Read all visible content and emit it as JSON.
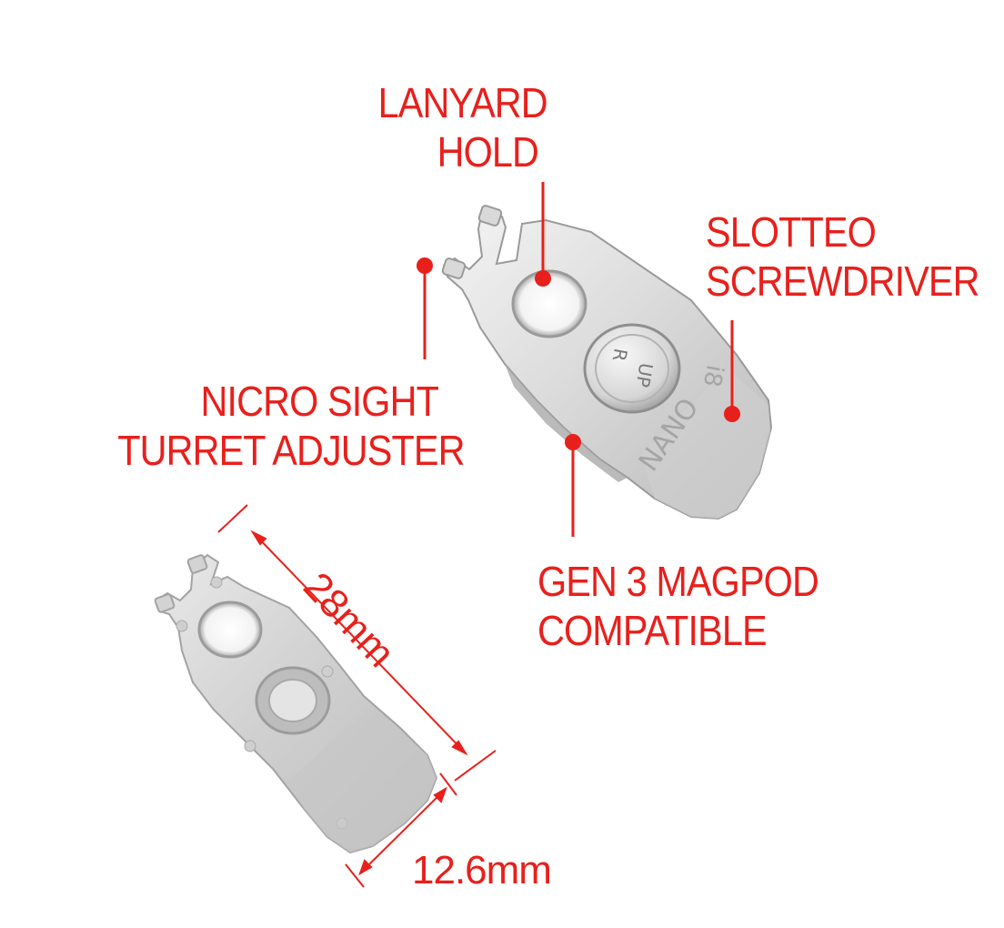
{
  "callouts": {
    "lanyard": [
      "LANYARD",
      "HOLD"
    ],
    "screwdriver": [
      "SLOTTEO",
      "SCREWDRIVER"
    ],
    "turret": [
      "NICRO SIGHT",
      "TURRET ADJUSTER"
    ],
    "magpod": [
      "GEN 3 MAGPOD",
      "COMPATIBLE"
    ]
  },
  "dimensions": {
    "length": "28mm",
    "width": "12.6mm"
  },
  "engravings": {
    "brand": "NANO",
    "brand_mark": "i8",
    "button_top": "UP",
    "button_bottom": "R"
  },
  "colors": {
    "label_red": "#e8201c",
    "metal_light": "#f2f2f2",
    "metal_shade": "#b9b9b9"
  }
}
